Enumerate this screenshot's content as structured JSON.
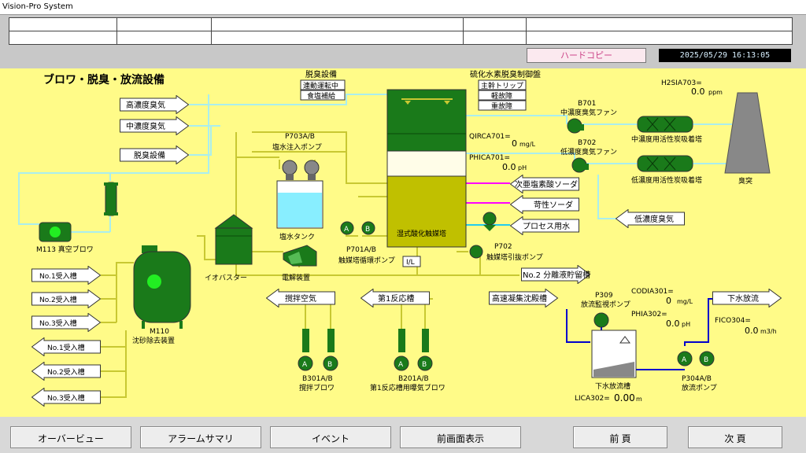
{
  "window": {
    "title": "Vision-Pro System"
  },
  "toolbar": {
    "hardcopy_label": "ハードコピー",
    "datetime": "2025/05/29 16:13:05"
  },
  "screen": {
    "title": "ブロワ・脱臭・放流設備"
  },
  "deodor": {
    "label": "脱臭設備",
    "status1": "連動運転中",
    "status2": "食塩補給"
  },
  "h2s_panel": {
    "label": "硫化水素脱臭制御盤",
    "status1": "主幹トリップ",
    "status2": "軽故障",
    "status3": "重故障"
  },
  "arrows": {
    "high_conc_air": "高濃度臭気",
    "mid_conc_air": "中濃度臭気",
    "deodor_equipment": "脱臭設備",
    "low_conc_air": "低濃度臭気",
    "hypochlorite": "次亜塩素酸ソーダ",
    "caustic": "苛性ソーダ",
    "process_water": "プロセス用水",
    "no2_tank": "No.2 分離液貯留槽",
    "stir_air": "撹拌空気",
    "first_reactor": "第1反応槽",
    "high_speed_settle": "高速凝集沈殿槽",
    "sewer_discharge": "下水放流"
  },
  "recv_in": [
    "No.1受入槽",
    "No.2受入槽",
    "No.3受入槽"
  ],
  "recv_out": [
    "No.1受入槽",
    "No.2受入槽",
    "No.3受入槽"
  ],
  "labels": {
    "p703_tag": "P703A/B",
    "p703_name": "塩水注入ポンプ",
    "brine_tank": "塩水タンク",
    "electrolyzer": "電解装置",
    "iobuster": "イオバスター",
    "p701_tag": "P701A/B",
    "p701_name": "触媒塔循環ポンプ",
    "il_box": "I/L",
    "wet_tower": "湿式酸化触媒塔",
    "p702_tag": "P702",
    "p702_name": "触媒塔引抜ポンプ",
    "m113": "M113 真空ブロワ",
    "m110_tag": "M110",
    "m110_name": "沈砂除去装置",
    "b701_tag": "B701",
    "b701_name": "中濃度臭気ファン",
    "b702_tag": "B702",
    "b702_name": "低濃度臭気ファン",
    "mid_adsorber": "中濃度用活性炭吸着塔",
    "low_adsorber": "低濃度用活性炭吸着塔",
    "stack": "臭突",
    "b301_tag": "B301A/B",
    "b301_name": "撹拌ブロワ",
    "b201_tag": "B201A/B",
    "b201_name": "第1反応槽用曝気ブロワ",
    "p309_tag": "P309",
    "p309_name": "放流監視ポンプ",
    "discharge_tank": "下水放流槽",
    "p304_tag": "P304A/B",
    "p304_name": "放流ポンプ",
    "pump_a": "A",
    "pump_b": "B"
  },
  "readouts": {
    "h2sia703": {
      "tag": "H2SIA703=",
      "value": "0.0",
      "unit": "ppm"
    },
    "qirca701": {
      "tag": "QIRCA701=",
      "value": "0",
      "unit": "mg/L"
    },
    "phica701": {
      "tag": "PHICA701=",
      "value": "0.0",
      "unit": "pH"
    },
    "codia301": {
      "tag": "CODIA301=",
      "value": "0",
      "unit": "mg/L"
    },
    "phia302": {
      "tag": "PHIA302=",
      "value": "0.0",
      "unit": "pH"
    },
    "fic0304": {
      "tag": "FICO304=",
      "value": "0.0",
      "unit": "m3/h"
    },
    "lica302": {
      "tag": "LICA302=",
      "value": "0.00",
      "unit": "m"
    }
  },
  "footer": {
    "overview": "オーバービュー",
    "alarm_summary": "アラームサマリ",
    "event": "イベント",
    "prev_screen": "前画面表示",
    "prev_page": "前 頁",
    "next_page": "次 頁"
  },
  "colors": {
    "panel_bg": "#fffb88",
    "pipe": "#c8c832",
    "air_pipe": "#aaeeee",
    "equipment": "#1a7a1a",
    "drain_pipe": "#0000cc",
    "chemical_pipe": "#ff00ff"
  }
}
